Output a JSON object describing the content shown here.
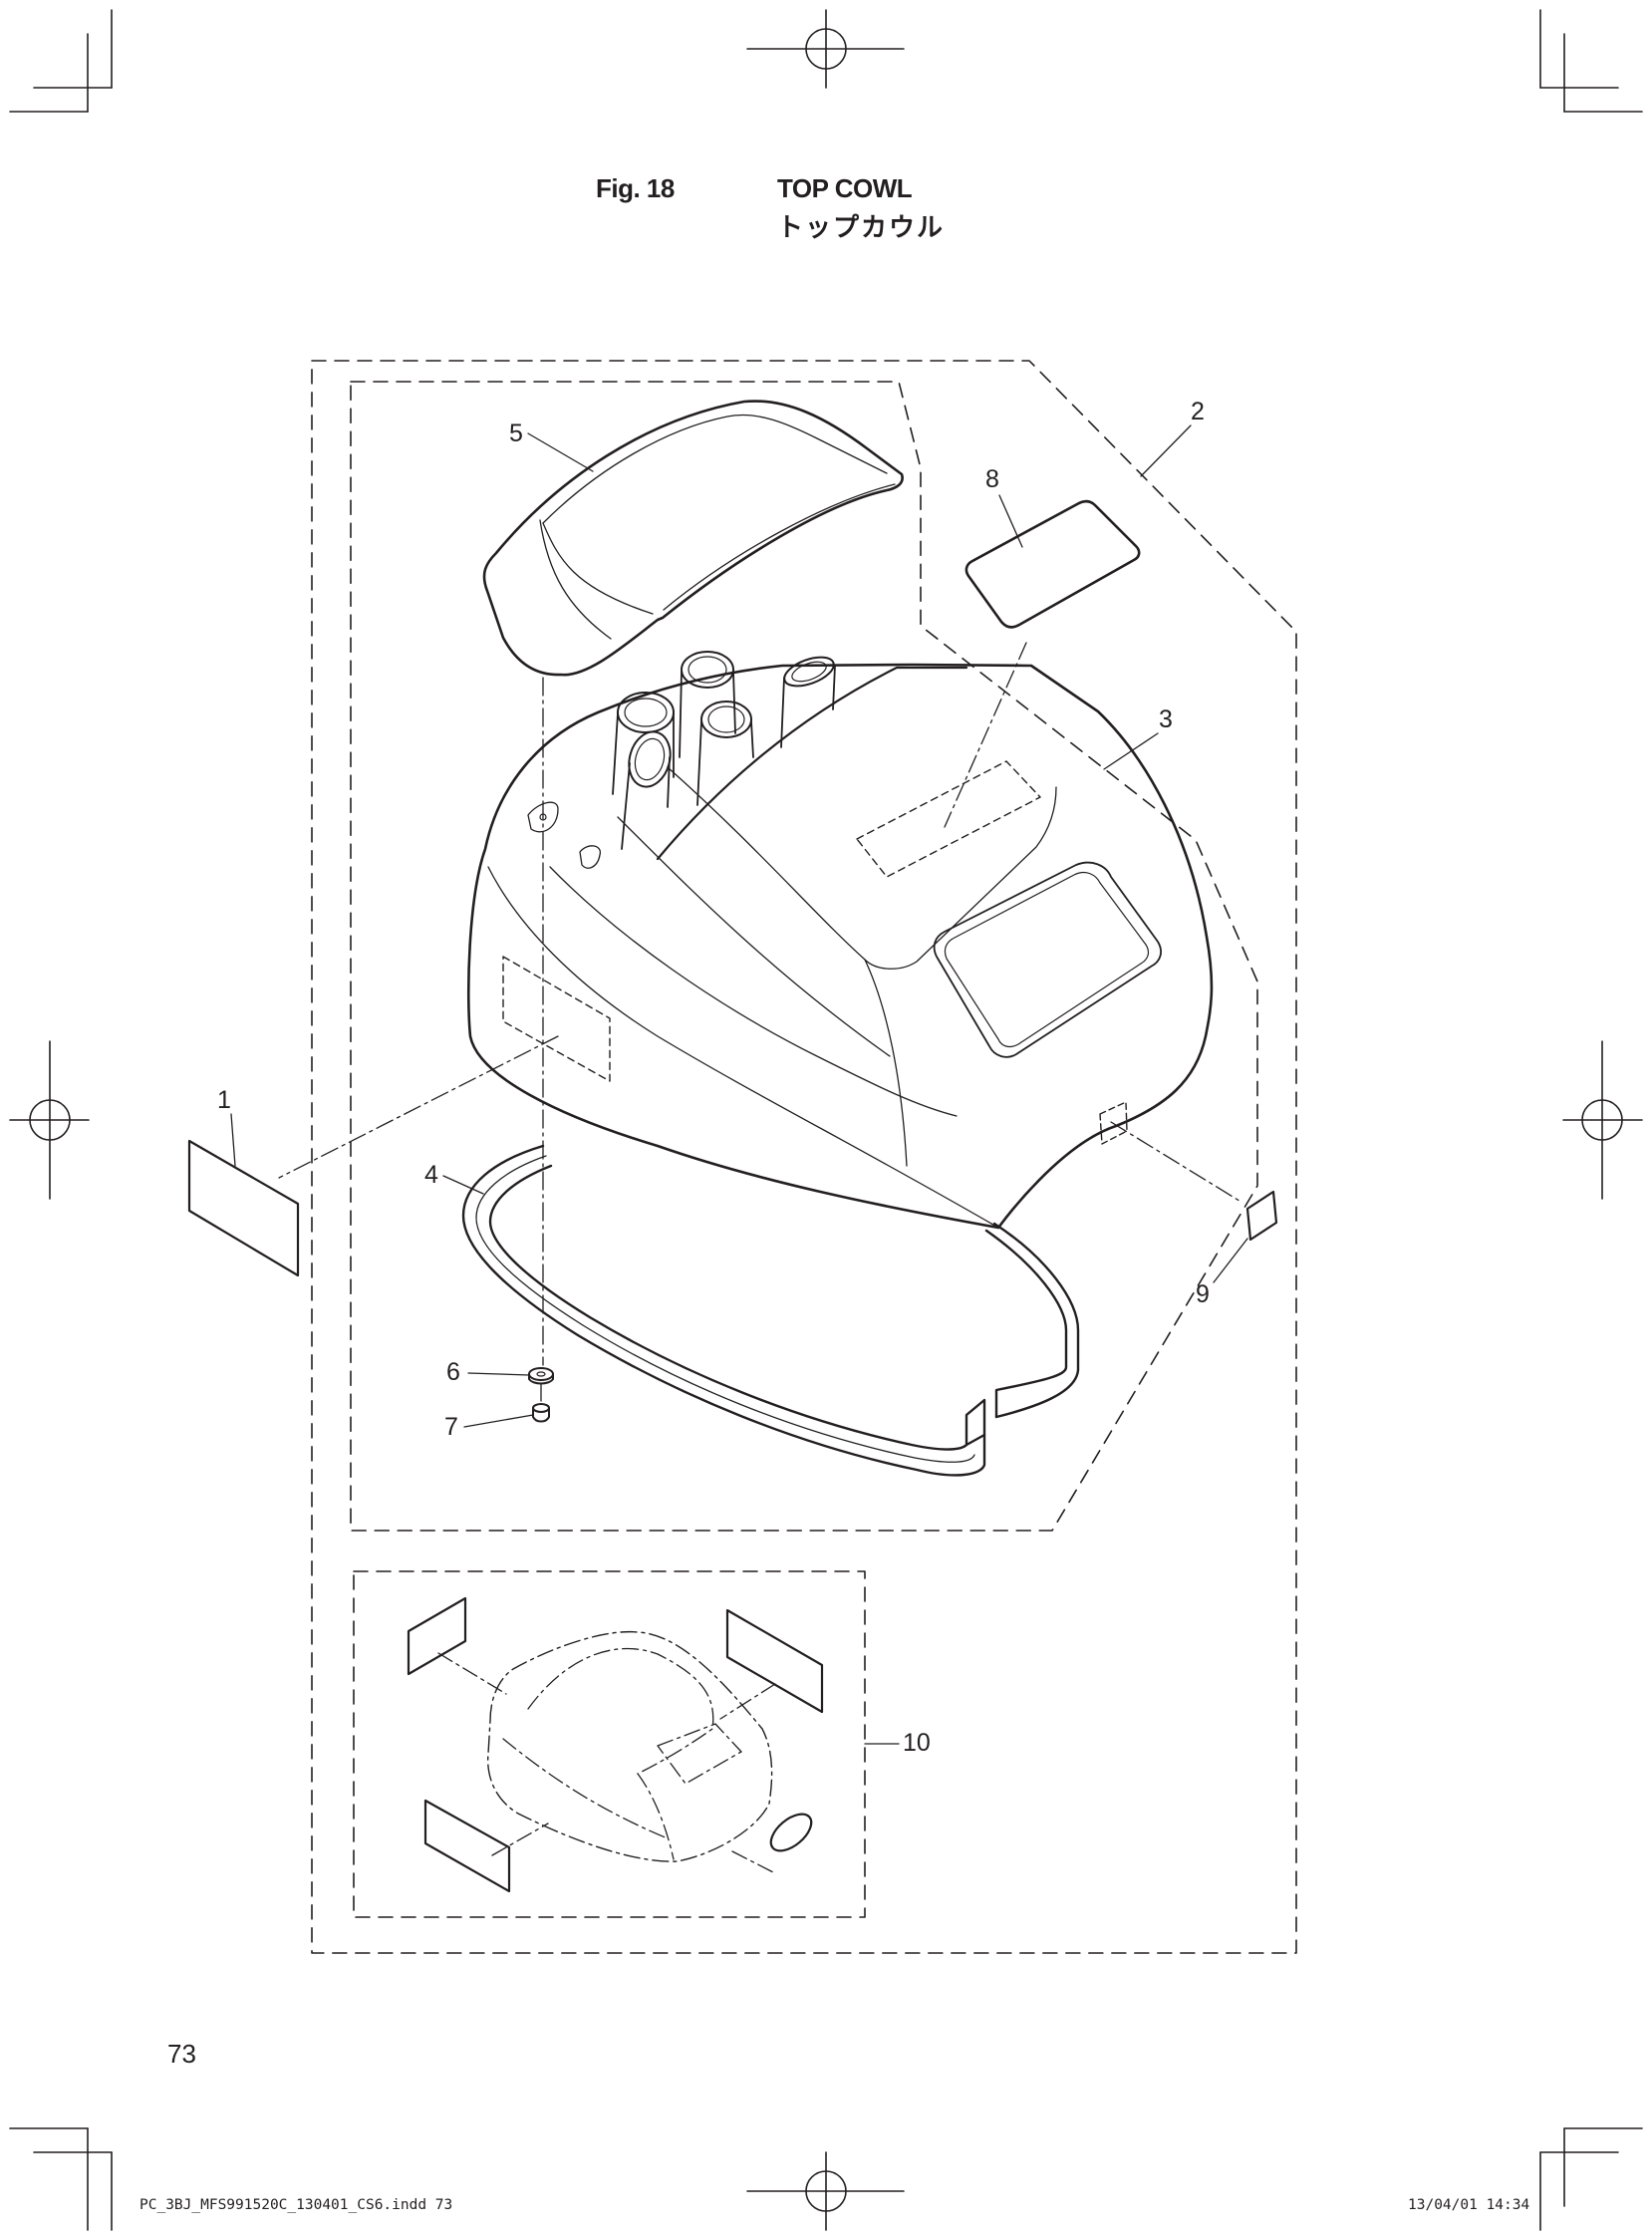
{
  "figure": {
    "number_label": "Fig. 18",
    "title": "TOP COWL",
    "title_jp": "トップカウル"
  },
  "callouts": [
    {
      "id": "1",
      "label": "1"
    },
    {
      "id": "2",
      "label": "2"
    },
    {
      "id": "3",
      "label": "3"
    },
    {
      "id": "4",
      "label": "4"
    },
    {
      "id": "5",
      "label": "5"
    },
    {
      "id": "6",
      "label": "6"
    },
    {
      "id": "7",
      "label": "7"
    },
    {
      "id": "8",
      "label": "8"
    },
    {
      "id": "9",
      "label": "9"
    },
    {
      "id": "10",
      "label": "10"
    }
  ],
  "page": {
    "number": "73"
  },
  "print_slug": {
    "file": "PC_3BJ_MFS991520C_130401_CS6.indd   73",
    "datetime": "13/04/01   14:34"
  },
  "colors": {
    "ink": "#231f20",
    "background": "#ffffff"
  }
}
